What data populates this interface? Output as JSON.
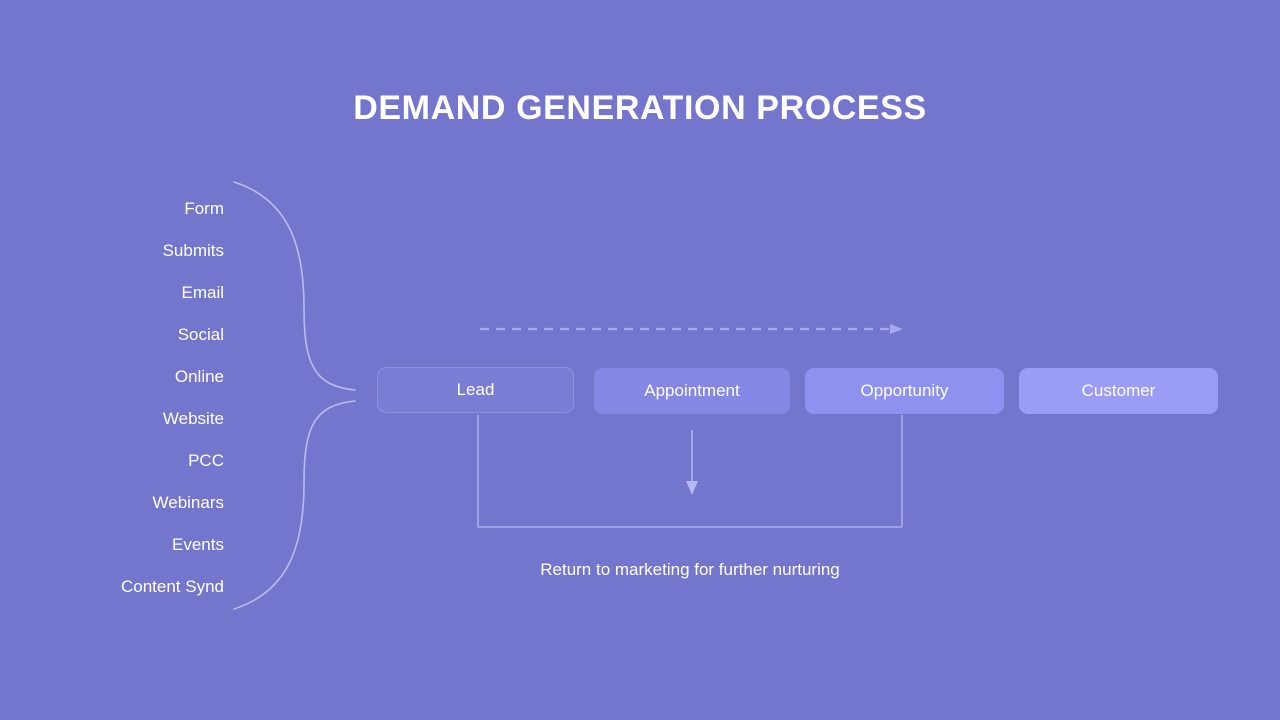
{
  "slide": {
    "title": "DEMAND GENERATION PROCESS",
    "background_color": "#7376CC",
    "text_color": "#FFFFFF"
  },
  "sources": {
    "group_label": "demand-generation-sources",
    "bracket_icon": "right-curly-brace-icon",
    "items": [
      {
        "label": "Form"
      },
      {
        "label": "Submits"
      },
      {
        "label": "Email"
      },
      {
        "label": "Social"
      },
      {
        "label": "Online"
      },
      {
        "label": "Website"
      },
      {
        "label": "PCC"
      },
      {
        "label": "Webinars"
      },
      {
        "label": "Events"
      },
      {
        "label": "Content Synd"
      }
    ]
  },
  "pipeline": {
    "stages": [
      {
        "label": "Lead",
        "color": "#7A7DD4",
        "selected": true
      },
      {
        "label": "Appointment",
        "color": "#8487E4",
        "selected": false
      },
      {
        "label": "Opportunity",
        "color": "#8E91F0",
        "selected": false
      },
      {
        "label": "Customer",
        "color": "#9A9CF5",
        "selected": false
      }
    ]
  },
  "connectors": {
    "progress_arrow_icon": "dashed-right-arrow-icon",
    "progress_arrow_color": "#A7A9EE",
    "return_loop_icon": "return-loop-down-arrow-icon",
    "return_loop_color": "#B6B8F2",
    "return_caption": "Return to marketing for further nurturing"
  }
}
